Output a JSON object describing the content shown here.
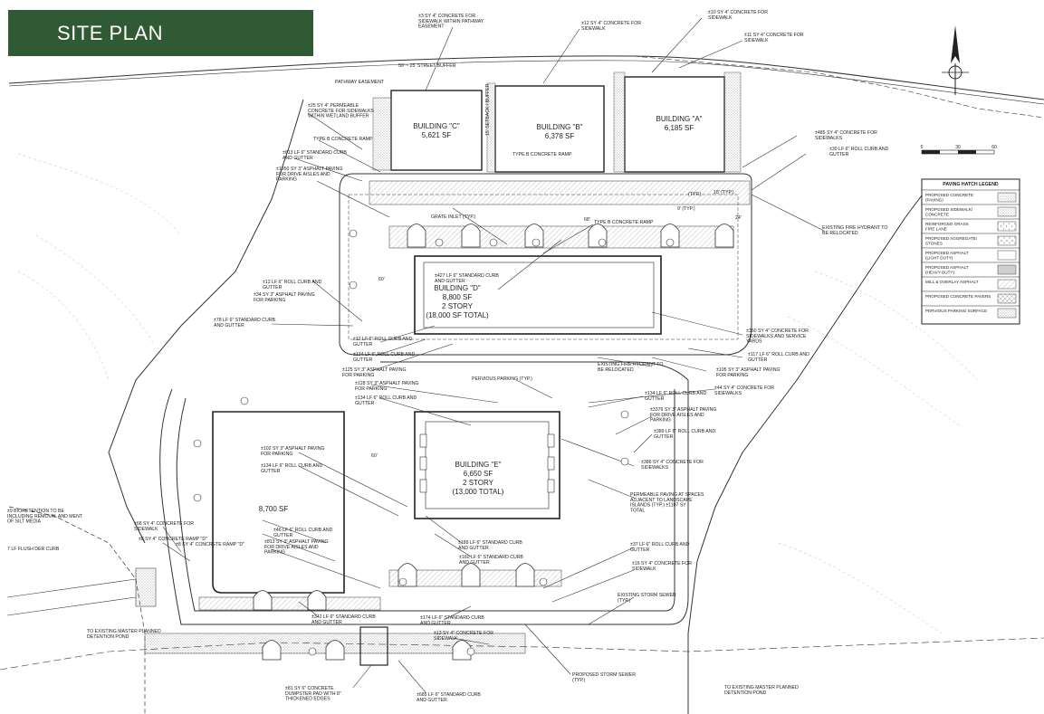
{
  "header": {
    "title": "SITE PLAN"
  },
  "colors": {
    "title_band": "#2f5a34",
    "line": "#333333",
    "hatch": "#9a9a9a"
  },
  "legend": {
    "title": "PAVING HATCH LEGEND",
    "items": [
      {
        "label": "PROPOSED CONCRETE (PAVING)",
        "swatch": "speckle"
      },
      {
        "label": "PROPOSED SIDEWALK/ CONCRETE",
        "swatch": "dots"
      },
      {
        "label": "REINFORCED GRASS FIRE LANE",
        "swatch": "grass"
      },
      {
        "label": "PROPOSED AGGREGATE/ STONES",
        "swatch": "stones"
      },
      {
        "label": "PROPOSED ASPHALT (LIGHT DUTY)",
        "swatch": "light"
      },
      {
        "label": "PROPOSED ASPHALT (HEAVY DUTY)",
        "swatch": "heavy"
      },
      {
        "label": "MILL & OVERLAY ASPHALT",
        "swatch": "mill"
      },
      {
        "label": "PROPOSED CONCRETE PAVERS",
        "swatch": "pavers"
      },
      {
        "label": "PERVIOUS PARKING SURFACE",
        "swatch": "pervious"
      }
    ]
  },
  "buildings": [
    {
      "name": "BUILDING \"C\"",
      "area": "5,621 SF"
    },
    {
      "name": "BUILDING \"B\"",
      "area": "6,378 SF"
    },
    {
      "name": "BUILDING \"A\"",
      "area": "6,185 SF"
    },
    {
      "name": "BUILDING \"D\"",
      "area": "8,800 SF",
      "story": "2 STORY",
      "total": "(18,000 SF TOTAL)"
    },
    {
      "name": "BUILDING \"E\"",
      "area": "6,650 SF",
      "story": "2 STORY",
      "total": "(13,000 TOTAL)"
    },
    {
      "name": "",
      "area": "8,700 SF"
    }
  ],
  "scale_bar": {
    "ticks": [
      "0",
      "30",
      "60"
    ]
  },
  "callouts": [
    "±3 SY 4\" CONCRETE FOR SIDEWALK WITHIN PATHWAY EASEMENT",
    "±12 SY 4\" CONCRETE FOR SIDEWALK",
    "±10 SY 4\" CONCRETE FOR SIDEWALK",
    "±11 SY 4\" CONCRETE FOR SIDEWALK",
    "±25 SY 4\" PERMEABLE CONCRETE FOR SIDEWALKS WITHIN WETLAND BUFFER",
    "TYPE B CONCRETE RAMP",
    "±613 LF 6\" STANDARD CURB AND GUTTER",
    "±1950 SY 3\" ASPHALT PAVING FOR DRIVE AISLES AND PARKING",
    "TYPE B CONCRETE RAMP",
    "±485 SY 4\" CONCRETE FOR SIDEWALKS",
    "±30 LF 6\" ROLL CURB AND GUTTER",
    "GRATE INLET (TYP.)",
    "TYPE B CONCRETE RAMP",
    "EXISTING FIRE HYDRANT TO BE RELOCATED",
    "±427 LF 6\" STANDARD CURB AND GUTTER",
    "±12 LF 6\" ROLL CURB AND GUTTER",
    "±34 SY 3\" ASPHALT PAVING FOR PARKING",
    "±78 LF 6\" STANDARD CURB AND GUTTER",
    "±12 LF 6\" ROLL CURB AND GUTTER",
    "±134 LF 6\" ROLL CURB AND GUTTER",
    "±350 SY 4\" CONCRETE FOR SIDEWALKS AND SERVICE YARDS",
    "±117 LF 6\" ROLL CURB AND GUTTER",
    "EXISTING FIRE HYDRANT TO BE RELOCATED",
    "±105 SY 3\" ASPHALT PAVING FOR PARKING",
    "±125 SY 3\" ASPHALT PAVING FOR PARKING",
    "PERVIOUS PARKING (TYP.)",
    "±128 SY 3\" ASPHALT PAVING FOR PARKING",
    "±134 LF 6\" ROLL CURB AND GUTTER",
    "±44 SY 4\" CONCRETE FOR SIDEWALKS",
    "±134 LF 6\" ROLL CURB AND GUTTER",
    "±3376 SY 3\" ASPHALT PAVING FOR DRIVE AISLES AND PARKING",
    "±389 LF 6\" ROLL CURB AND GUTTER",
    "±102 SY 3\" ASPHALT PAVING FOR PARKING",
    "±134 LF 6\" ROLL CURB AND GUTTER",
    "±386 SY 4\" CONCRETE FOR SIDEWALKS",
    "PERMEABLE PAVING AT SPACES ADJACENT TO LANDSCAPE ISLANDS (TYP.) ±1107 SY TOTAL",
    "±8 SY 4\" CONCRETE RAMP \"D\"",
    "±46 LF 6\" ROLL CURB AND GUTTER",
    "±813 SY 3\" ASPHALT PAVING FOR DRIVE AISLES AND PARKING",
    "±68 SY 4\" CONCRETE FOR SIDEWALK",
    "±8 SY 4\" CONCRETE RAMP \"D\"",
    "±189 LF 6\" STANDARD CURB AND GUTTER",
    "±160 LF 6\" STANDARD CURB AND GUTTER",
    "±37 LF 6\" ROLL CURB AND GUTTER",
    "±16 SY 4\" CONCRETE FOR SIDEWALK",
    "±342 LF 6\" STANDARD CURB AND GUTTER",
    "±174 LF 6\" STANDARD CURB AND GUTTER",
    "EXISTING STORM SEWER (TYP.)",
    "±13 SY 4\" CONCRETE FOR SIDEWALK",
    "TO EXISTING MASTER PLANNED DETENTION POND",
    "PROPOSED STORM SEWER (TYP.)",
    "±81 SY 6\" CONCRETE DUMPSTER PAD WITH 8\" THICKENED EDGES",
    "±685 LF 6\" STANDARD CURB AND GUTTER",
    "TO EXISTING MASTER PLANNED DETENTION POND",
    "±9 BIORETENTION TO BE INCLUDING REMOVAL AND MENT OF SILT MEDIA",
    "7 LF FLUSH DER CURB"
  ],
  "dimension_labels": [
    "(TYP.)",
    "9' (TYP.)",
    "18' (TYP.)",
    "24'",
    "60'",
    "68'",
    "60'"
  ],
  "site_labels": [
    "PATHWAY EASEMENT",
    "15' SETBACK / BUFFER",
    "50' ~ 25' STREET BUFFER"
  ]
}
